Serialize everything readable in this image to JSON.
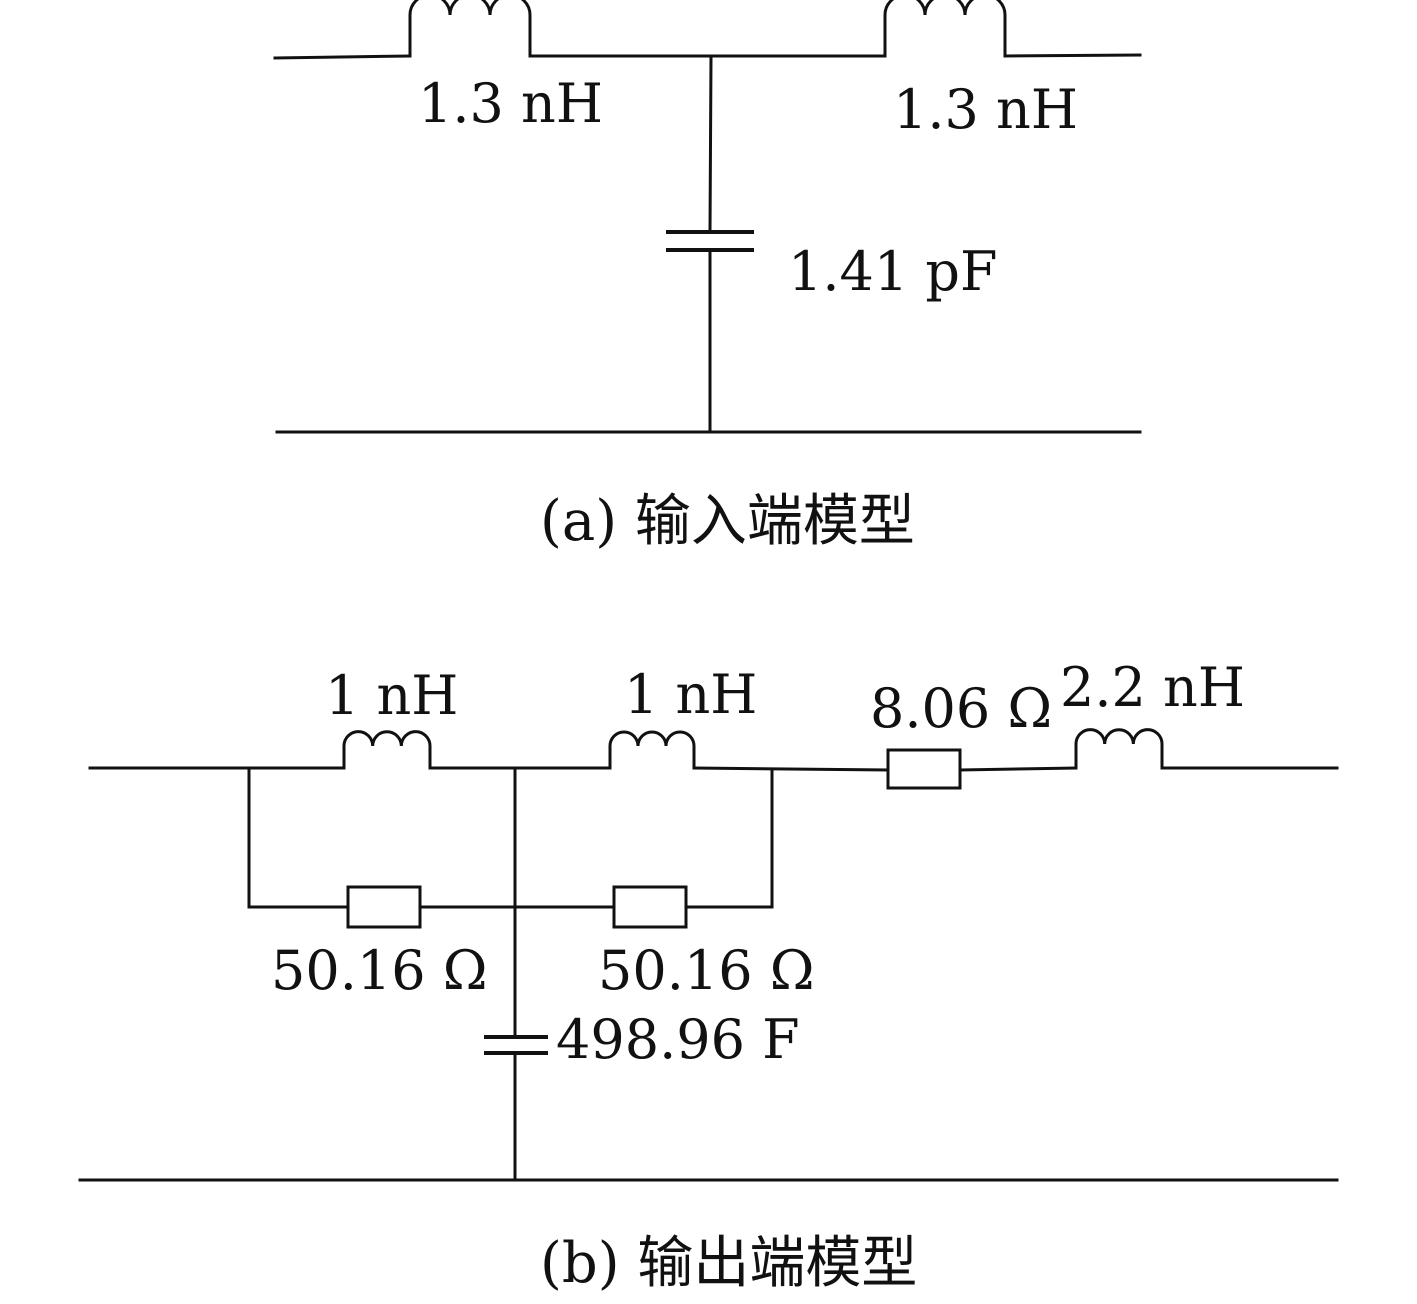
{
  "colors": {
    "line": "#111111",
    "background": "#ffffff"
  },
  "diagram_a": {
    "caption": "(a) 输入端模型",
    "inductor_left": "1.3 nH",
    "inductor_right": "1.3 nH",
    "capacitor": "1.41 pF"
  },
  "diagram_b": {
    "caption": "(b) 输出端模型",
    "inductor_1": "1 nH",
    "inductor_2": "1 nH",
    "resistor_series": "8.06 Ω",
    "inductor_3": "2.2 nH",
    "resistor_1": "50.16 Ω",
    "resistor_2": "50.16 Ω",
    "capacitor": "498.96 F"
  }
}
